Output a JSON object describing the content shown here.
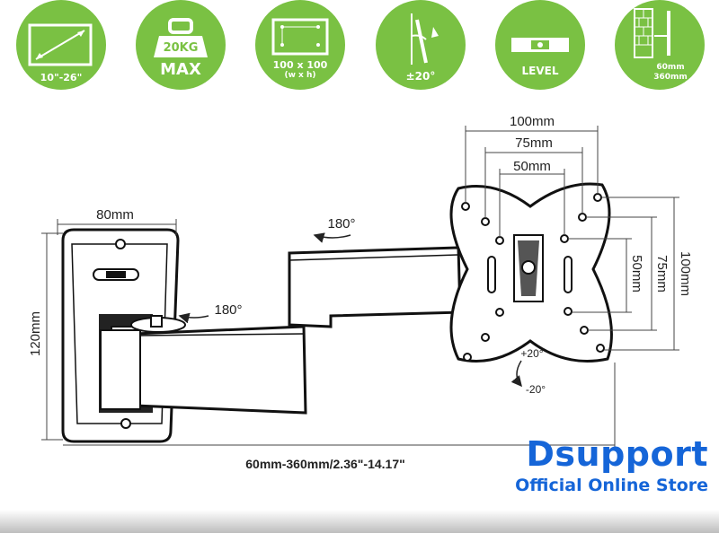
{
  "features": [
    {
      "icon": "screen-size-icon",
      "label": "10\"-26\""
    },
    {
      "icon": "weight-icon",
      "weight": "20KG",
      "label": "MAX"
    },
    {
      "icon": "vesa-pattern-icon",
      "label": "100 x 100",
      "sub": "(w x h)"
    },
    {
      "icon": "tilt-icon",
      "label": "±20°"
    },
    {
      "icon": "level-icon",
      "label": "LEVEL"
    },
    {
      "icon": "wall-distance-icon",
      "label": "60mm",
      "sub": "360mm"
    }
  ],
  "dimensions": {
    "top_100": "100mm",
    "top_75": "75mm",
    "top_50": "50mm",
    "side_100": "100mm",
    "side_75": "75mm",
    "side_50": "50mm",
    "plate_width": "80mm",
    "plate_height": "120mm",
    "swivel_upper": "180°",
    "swivel_lower": "180°",
    "tilt_up": "+20°",
    "tilt_down": "-20°",
    "extension": "60mm-360mm/2.36\"-14.17\""
  },
  "brand": {
    "name": "Dsupport",
    "tagline": "Official Online Store",
    "color": "#1565d8"
  },
  "colors": {
    "accent": "#7ac143"
  }
}
